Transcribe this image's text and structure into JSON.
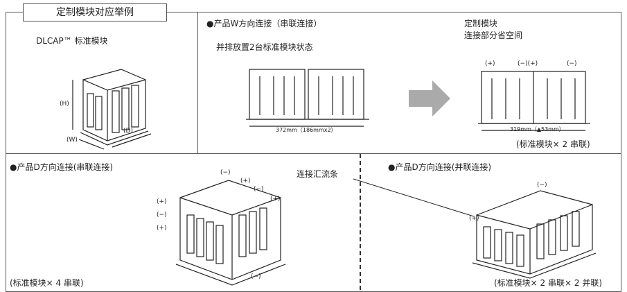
{
  "header": {
    "title": "定制模块对应举例"
  },
  "panel_a": {
    "product": "DLCAP™ 标准模块",
    "dim_h": "(H)",
    "dim_w": "(W)",
    "dim_d": "(D)"
  },
  "panel_b": {
    "heading": "●产品W方向连接（串联连接）",
    "subheading": "并排放置2台标准模块状态",
    "dim_before": "372mm（186mmx2）",
    "custom_title_1": "定制模块",
    "custom_title_2": "连接部分省空间",
    "pol_1": "(+)",
    "pol_2": "(−)(+)",
    "pol_3": "(−)",
    "dim_after": "319mm（▲53mm）",
    "caption": "(标准模块× 2 串联)"
  },
  "panel_c": {
    "heading": "●产品D方向连接(串联连接)",
    "busbar_label": "连接汇流条",
    "polarity": [
      "(−)",
      "(+)",
      "(−)",
      "(+)",
      "(+)",
      "(−)",
      "(+)",
      "(−)"
    ],
    "caption": "(标准模块× 4 串联)"
  },
  "panel_d": {
    "heading": "●产品D方向连接(并联连接)",
    "pol_neg": "(−)",
    "pol_pos": "(+)",
    "caption": "(标准模块× 2 串联× 2 并联)"
  },
  "colors": {
    "border": "#555555",
    "arrow": "#aaaaaa",
    "line": "#222222"
  }
}
